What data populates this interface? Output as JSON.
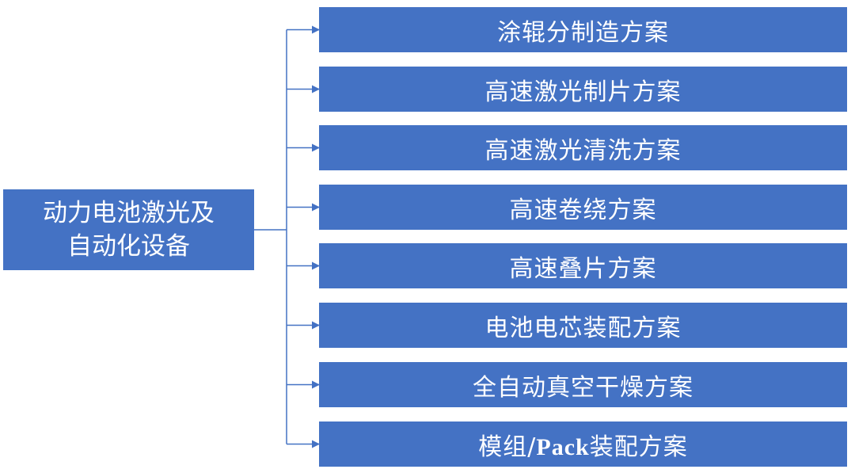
{
  "root": {
    "line1": "动力电池激光及",
    "line2": "自动化设备"
  },
  "children": [
    {
      "label": "涂辊分制造方案"
    },
    {
      "label": "高速激光制片方案"
    },
    {
      "label": "高速激光清洗方案"
    },
    {
      "label": "高速卷绕方案"
    },
    {
      "label": "高速叠片方案"
    },
    {
      "label": "电池电芯装配方案"
    },
    {
      "label": "全自动真空干燥方案"
    },
    {
      "label_prefix": "模组/",
      "label_latin": "Pack",
      "label_suffix": "装配方案"
    }
  ],
  "colors": {
    "box_fill": "#4472c4",
    "box_text": "#ffffff",
    "connector": "#4472c4"
  }
}
